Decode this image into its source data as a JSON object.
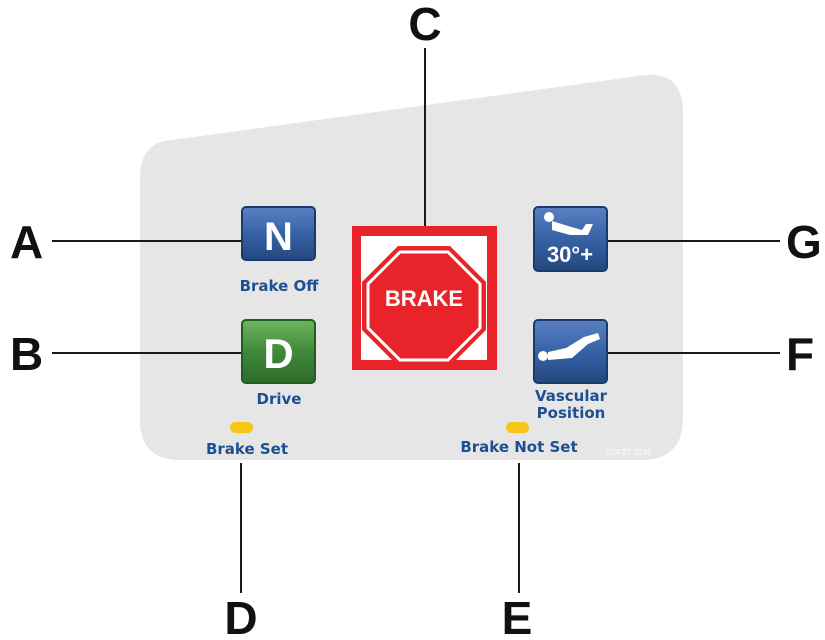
{
  "callouts": {
    "a": "A",
    "b": "B",
    "c": "C",
    "d": "D",
    "e": "E",
    "f": "F",
    "g": "G"
  },
  "buttons": {
    "neutral": {
      "glyph": "N",
      "label": "Brake Off"
    },
    "drive": {
      "glyph": "D",
      "label": "Drive"
    },
    "brake": {
      "sign_text": "BRAKE"
    },
    "tilt": {
      "glyph": "30°+",
      "icon": "reclined-patient-icon"
    },
    "vascular": {
      "label_line1": "Vascular",
      "label_line2": "Position",
      "icon": "vascular-position-icon"
    }
  },
  "indicators": {
    "brake_set": "Brake Set",
    "brake_not_set": "Brake Not Set",
    "led_color": "#f5c518"
  },
  "panel_code": "GDF27-2239",
  "colors": {
    "panel": "#e6e6e6",
    "blue_button": "#2f5b9c",
    "green_button": "#3f8a3a",
    "brake_red": "#e8242a",
    "label_blue": "#1d4f93"
  }
}
